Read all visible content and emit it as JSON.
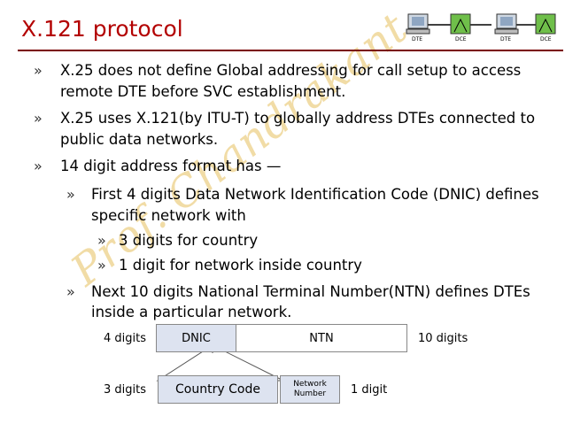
{
  "slide": {
    "title": "X.121 protocol",
    "watermark": "Prof. Chandrakant",
    "bullet_symbol": "»",
    "lines": [
      "X.25 does not define Global addressing for call setup to access",
      "remote DTE before SVC establishment.",
      "X.25 uses X.121(by ITU-T) to globally address DTEs connected to",
      "public data networks.",
      "14 digit address format has —",
      "First 4 digits Data Network Identification Code (DNIC) defines",
      "specific network with",
      "3 digits for country",
      "1 digit for network inside country",
      "Next 10 digits National Terminal Number(NTN) defines DTEs",
      "inside a particular network."
    ]
  },
  "diagram": {
    "dnic": "DNIC",
    "ntn": "NTN",
    "country_code": "Country Code",
    "network_number_line1": "Network",
    "network_number_line2": "Number",
    "label_4_digits": "4 digits",
    "label_10_digits": "10 digits",
    "label_3_digits": "3 digits",
    "label_1_digit": "1 digit"
  },
  "network_icon": {
    "labels": [
      "DTE",
      "DCE",
      "DTE",
      "DCE"
    ]
  },
  "colors": {
    "title": "#b30000",
    "rule": "#7a0000",
    "box_fill": "#dde3f0",
    "icon_green": "#6fbf4a"
  }
}
